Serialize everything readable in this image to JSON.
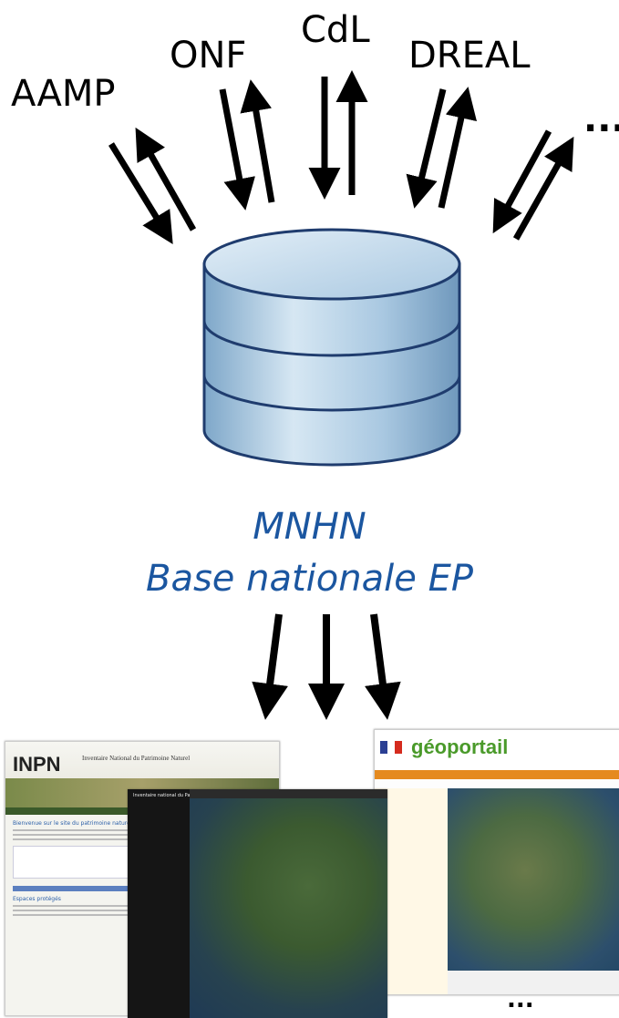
{
  "sources": [
    {
      "id": "aamp",
      "label": "AAMP"
    },
    {
      "id": "onf",
      "label": "ONF"
    },
    {
      "id": "cdl",
      "label": "CdL"
    },
    {
      "id": "dreal",
      "label": "DREAL"
    },
    {
      "id": "more",
      "label": "..."
    }
  ],
  "database": {
    "caption_line1": "MNHN",
    "caption_line2": "Base nationale EP",
    "colors": {
      "fill_top": "#c6def0",
      "fill_side": "#8fb6d6",
      "stroke": "#1f3c6e"
    }
  },
  "outputs": {
    "inpn": {
      "logo": "INPN",
      "name": "Inventaire National du Patrimoine Naturel",
      "heading": "Bienvenue sur le site du patrimoine naturel en France",
      "subheading": "Espaces protégés"
    },
    "carte": {
      "title": "Inventaire national du Patrimoine Naturel"
    },
    "geoportail": {
      "logo": "géoportail"
    },
    "more_label": "..."
  }
}
